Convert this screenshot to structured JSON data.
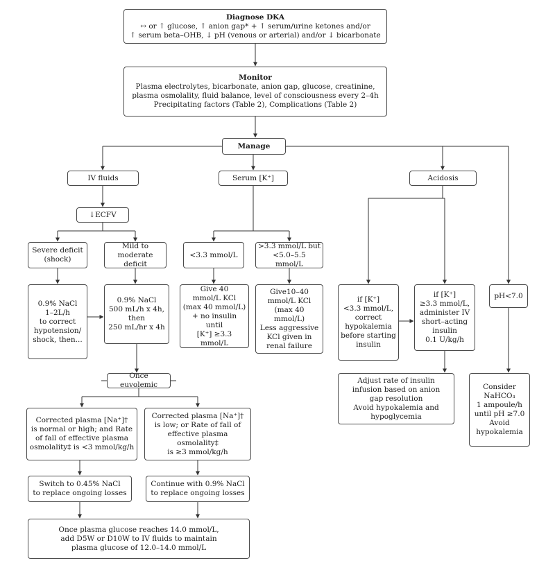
{
  "figure": {
    "type": "flowchart",
    "topic": "Diagnose DKA management algorithm"
  },
  "colors": {
    "box_border": "#4a4a4a",
    "connector": "#333333",
    "background": "#ffffff",
    "text": "#1a1a1a"
  },
  "nodes": {
    "diagnose": {
      "title": "Diagnose DKA",
      "body": "↔ or ↑ glucose, ↑ anion gap* + ↑ serum/urine ketones and/or\n↑ serum beta–OHB, ↓ pH (venous or arterial) and/or ↓ bicarbonate"
    },
    "monitor": {
      "title": "Monitor",
      "body": "Plasma electrolytes, bicarbonate, anion gap, glucose, creatinine,\nplasma osmolality, fluid balance, level of consciousness every 2–4h\nPrecipitating factors (Table 2), Complications (Table 2)"
    },
    "manage": {
      "title": "Manage"
    },
    "iv_fluids": {
      "body": "IV fluids"
    },
    "serum_k": {
      "body": "Serum [K⁺]"
    },
    "acidosis": {
      "body": "Acidosis"
    },
    "ecfv": {
      "body": "↓ECFV"
    },
    "severe_deficit": {
      "body": "Severe deficit\n(shock)"
    },
    "mild_deficit": {
      "body": "Mild to\nmoderate deficit"
    },
    "k_low": {
      "body": "<3.3 mmol/L"
    },
    "k_high": {
      "body": ">3.3 mmol/L but\n<5.0–5.5 mmol/L"
    },
    "nacl_severe": {
      "body": "0.9% NaCl\n1–2L/h\nto correct\nhypotension/\nshock, then..."
    },
    "nacl_mild": {
      "body": "0.9% NaCl\n500 mL/h x 4h,\nthen\n250 mL/hr x 4h"
    },
    "kcl_40": {
      "body": "Give 40\nmmol/L KCl\n(max 40 mmol/L)\n+ no insulin until\n[K⁺] ≥3.3 mmol/L"
    },
    "kcl_10_40": {
      "body": "Give10–40\nmmol/L KCl\n(max 40 mmol/L)\nLess aggressive\nKCl given in\nrenal failure"
    },
    "if_k_low": {
      "body": "if [K⁺]\n<3.3 mmol/L,\ncorrect\nhypokalemia\nbefore starting\ninsulin"
    },
    "if_k_high": {
      "body": "if [K⁺]\n≥3.3 mmol/L,\nadminister IV\nshort–acting\ninsulin\n0.1 U/kg/h"
    },
    "ph_low": {
      "body": "pH<7.0"
    },
    "adjust_insulin": {
      "body": "Adjust rate of insulin\ninfusion based on anion\ngap resolution\nAvoid hypokalemia and\nhypoglycemia"
    },
    "nahco3": {
      "body": "Consider\nNaHCO₃\n1 ampoule/h\nuntil pH ≥7.0\nAvoid\nhypokalemia"
    },
    "once_euvolemic": {
      "body": "Once euvolemic"
    },
    "corrected_high": {
      "body": "Corrected plasma [Na⁺]†\nis normal or high; and Rate\nof fall of effective plasma\nosmolality‡ is <3 mmol/kg/h"
    },
    "corrected_low": {
      "body": "Corrected plasma [Na⁺]†\nis low; or Rate of fall of\neffective plasma osmolality‡\nis ≥3 mmol/kg/h"
    },
    "switch_045": {
      "body": "Switch to 0.45% NaCl\nto replace ongoing losses"
    },
    "continue_09": {
      "body": "Continue with 0.9% NaCl\nto replace ongoing losses"
    },
    "final": {
      "body": "Once plasma glucose reaches 14.0 mmol/L,\nadd D5W or D10W to IV fluids to maintain\nplasma glucose of 12.0–14.0 mmol/L"
    }
  }
}
